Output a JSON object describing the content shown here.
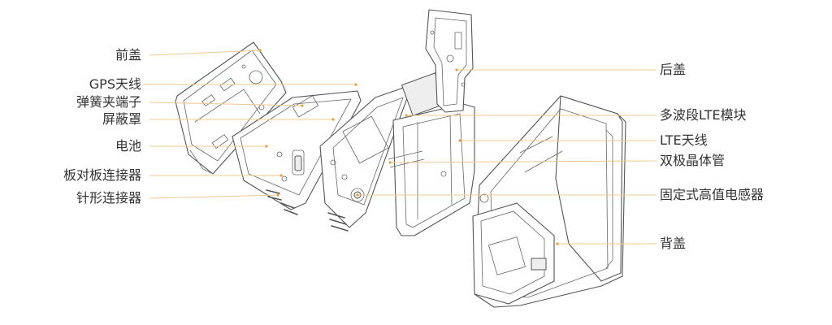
{
  "labels": {
    "front_cover": "前盖",
    "gps_antenna": "GPS天线",
    "spring_clip_terminal": "弹簧夹端子",
    "shield": "屏蔽罩",
    "battery": "电池",
    "board_to_board_connector": "板对板连接器",
    "pin_connector": "针形连接器",
    "rear_cover": "后盖",
    "multiband_lte_module": "多波段LTE模块",
    "lte_antenna": "LTE天线",
    "bipolar_transistor": "双极晶体管",
    "fixed_high_value_inductor": "固定式高值电感器",
    "back_cover": "背盖"
  },
  "colors": {
    "leader_line": "#f0c890",
    "anchor_dot": "#e8a040",
    "text": "#333333",
    "outline": "#555555"
  }
}
